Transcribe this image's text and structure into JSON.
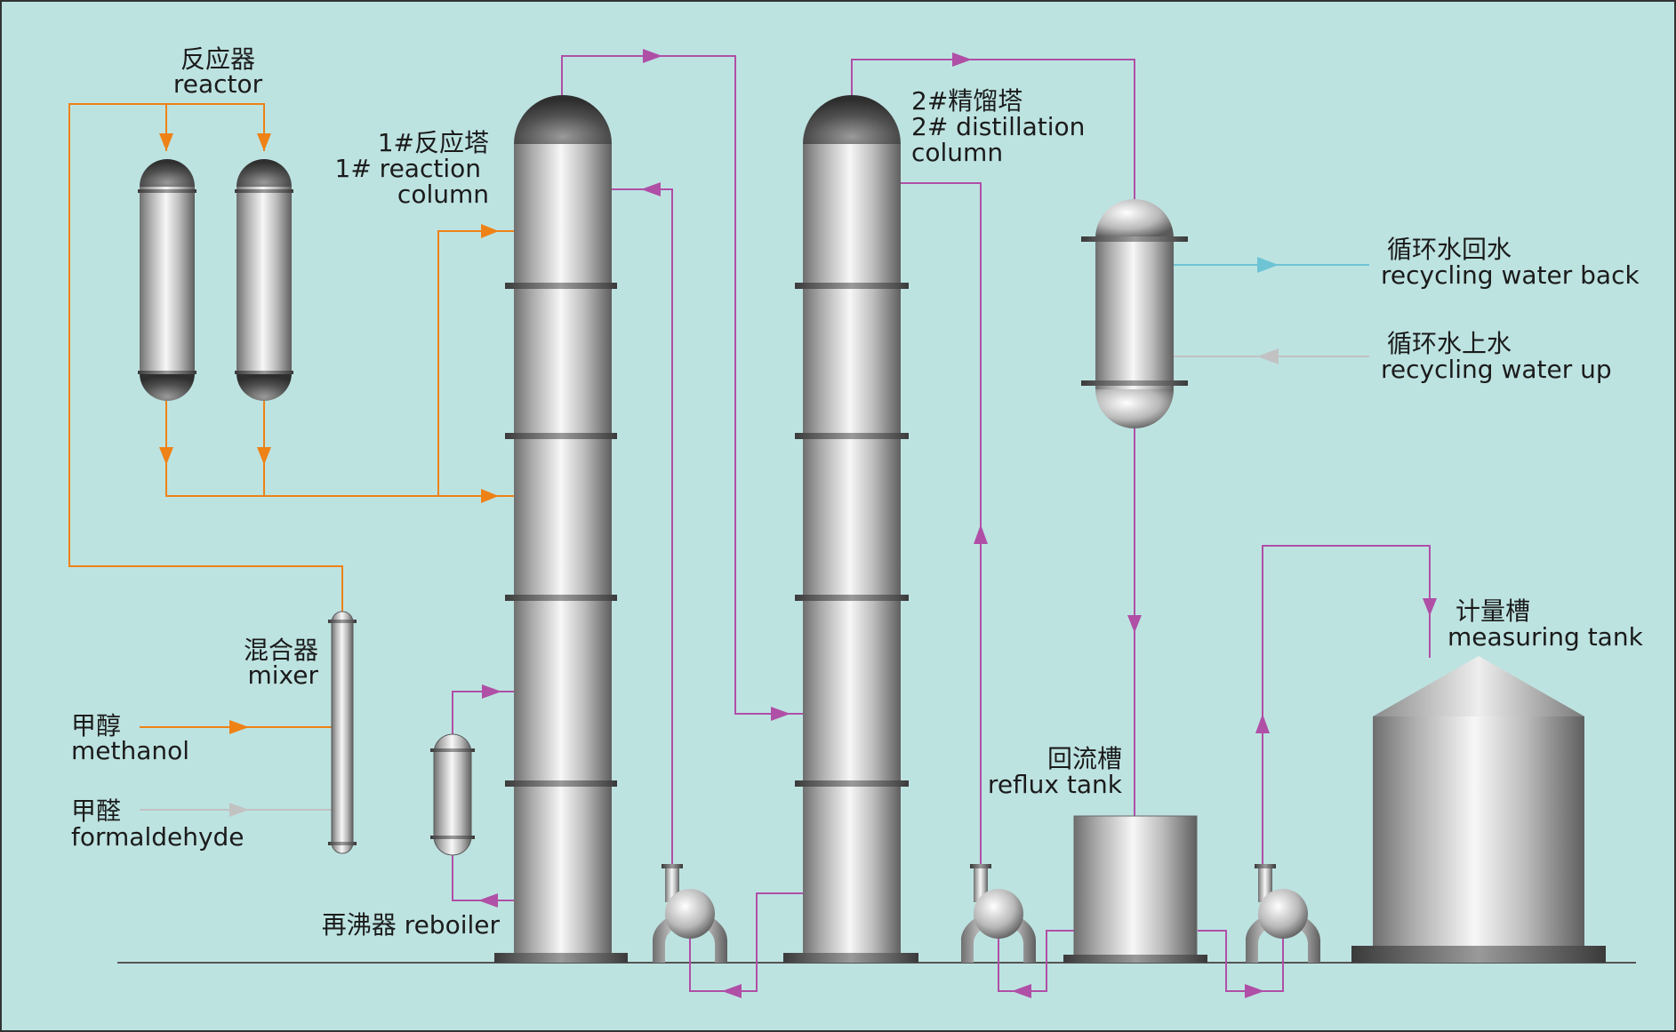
{
  "labels": {
    "reactor_cn": "反应器",
    "reactor_en": "reactor",
    "reaction_column_cn": "1#反应塔",
    "reaction_column_en1": "1# reaction",
    "reaction_column_en2": "column",
    "distillation_column_cn": "2#精馏塔",
    "distillation_column_en1": "2# distillation",
    "distillation_column_en2": "column",
    "recycling_back_cn": "循环水回水",
    "recycling_back_en": "recycling water back",
    "recycling_up_cn": "循环水上水",
    "recycling_up_en": "recycling water up",
    "mixer_cn": "混合器",
    "mixer_en": "mixer",
    "methanol_cn": "甲醇",
    "methanol_en": "methanol",
    "formaldehyde_cn": "甲醛",
    "formaldehyde_en": "formaldehyde",
    "reboiler": "再沸器 reboiler",
    "reflux_tank_cn": "回流槽",
    "reflux_tank_en": "reflux tank",
    "measuring_tank_cn": "计量槽",
    "measuring_tank_en": "measuring tank"
  },
  "colors": {
    "background": "#bde3e1",
    "feed_line": "#ee8216",
    "process_line": "#b04fa6",
    "cooling_back_line": "#6ec4d4",
    "cooling_up_line": "#c2c2c2",
    "ground_line": "#555555"
  }
}
